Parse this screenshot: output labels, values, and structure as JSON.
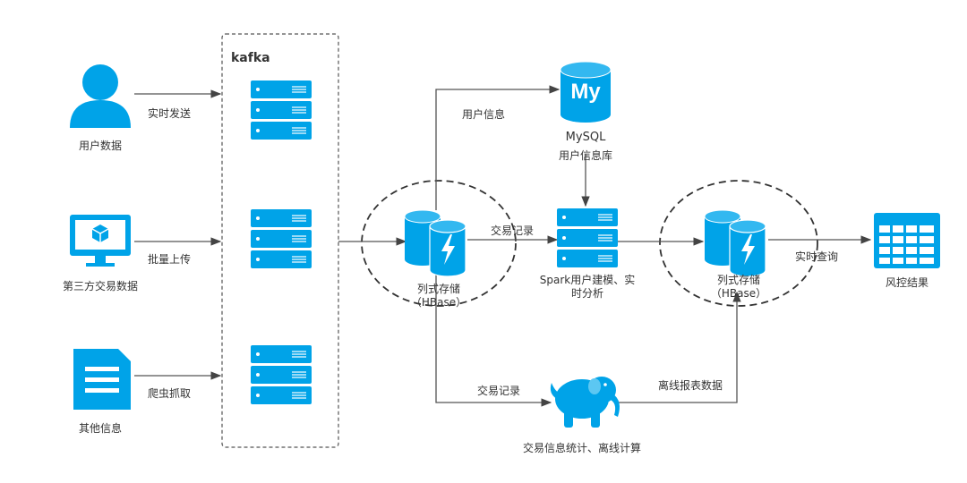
{
  "colors": {
    "primary": "#00a3e8",
    "line": "#555555",
    "dash": "#333333"
  },
  "sources": [
    {
      "label": "用户数据",
      "arrow_label": "实时发送",
      "icon": "user-icon"
    },
    {
      "label": "第三方交易数据",
      "arrow_label": "批量上传",
      "icon": "monitor-icon"
    },
    {
      "label": "其他信息",
      "arrow_label": "爬虫抓取",
      "icon": "document-icon"
    }
  ],
  "kafka": {
    "label": "kafka"
  },
  "hbase_left": {
    "line1": "列式存储",
    "line2": "（HBase）"
  },
  "mysql": {
    "glyph": "My",
    "name": "MySQL",
    "desc": "用户信息库"
  },
  "spark": {
    "line1": "Spark用户建模、实",
    "line2": "时分析"
  },
  "hadoop": {
    "label": "交易信息统计、离线计算"
  },
  "hbase_right": {
    "line1": "列式存储",
    "line2": "（HBase）"
  },
  "result": {
    "label": "风控结果"
  },
  "edges": {
    "user_info": "用户信息",
    "trade_record_top": "交易记录",
    "trade_record_bottom": "交易记录",
    "offline_report": "离线报表数据",
    "realtime_query": "实时查询"
  }
}
